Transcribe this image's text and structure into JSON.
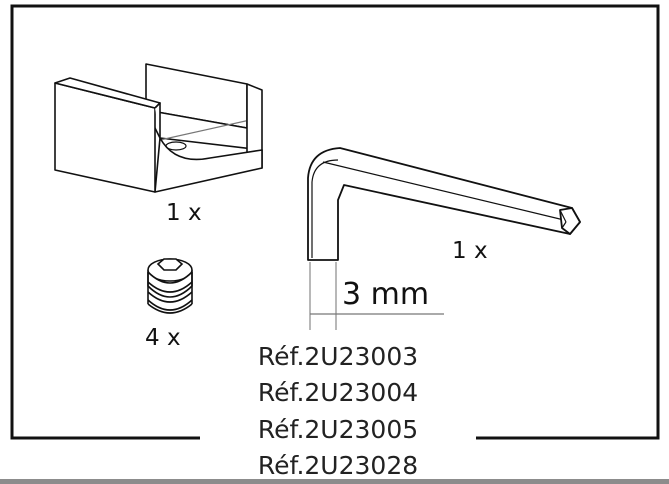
{
  "parts": {
    "clip": {
      "icon": "u-channel-clip-icon",
      "quantity": "1 x"
    },
    "hex_key": {
      "icon": "hex-key-icon",
      "quantity": "1 x",
      "size_label": "3 mm"
    },
    "set_screw": {
      "icon": "set-screw-icon",
      "quantity": "4 x"
    }
  },
  "references": [
    "Réf.2U23003",
    "Réf.2U23004",
    "Réf.2U23005",
    "Réf.2U23028"
  ],
  "colors": {
    "line": "#111111",
    "light_line": "#888888",
    "bottom_bar": "#8c8c8c"
  }
}
